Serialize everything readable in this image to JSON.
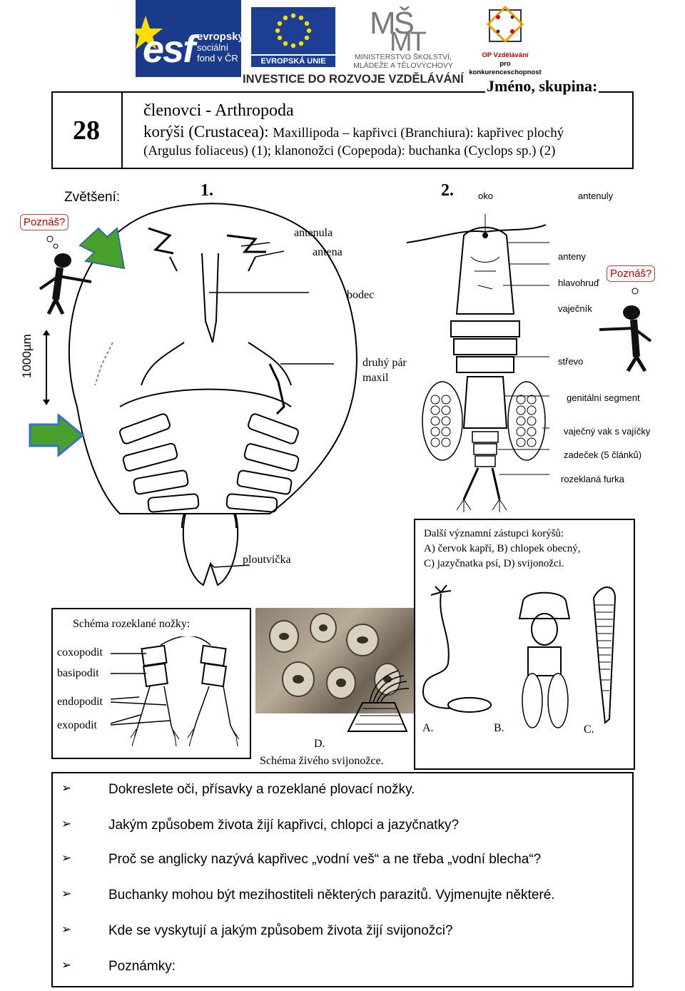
{
  "logos": {
    "esf_logo": "esf",
    "esf_text": [
      "evropský",
      "sociální",
      "fond v ČR"
    ],
    "eu_text": "EVROPSKÁ UNIE",
    "msmt_text": [
      "MINISTERSTVO ŠKOLSTVÍ,",
      "MLÁDEŽE A TĚLOVÝCHOVY"
    ],
    "op_text": [
      "OP Vzdělávání",
      "pro konkurenceschopnost"
    ],
    "investice": "INVESTICE DO ROZVOJE VZDĚLÁVÁNÍ"
  },
  "header": {
    "number": "28",
    "jmeno": "Jméno, skupina:",
    "line1": "členovci - Arthropoda",
    "line2_a": "korýši (Crustacea): ",
    "line2_b": "Maxillipoda – kapřivci (Branchiura): kapřivec plochý",
    "line3": "(Argulus foliaceus) (1); klanonožci (Copepoda): buchanka (Cyclops sp.) (2)"
  },
  "figure": {
    "zvetseni": "Zvětšení:",
    "fig1_label": "1.",
    "fig2_label": "2.",
    "poznas_left": "Poznáš?",
    "poznas_right": "Poznáš?",
    "scale": "1000µm",
    "argulus_labels": {
      "antenula": "antenula",
      "antena": "antena",
      "bodec": "bodec",
      "druhy_par_1": "druhý pár",
      "druhy_par_2": "maxil",
      "ploutvicka": "ploutvička"
    },
    "cyclops_labels": {
      "oko": "oko",
      "antenuly": "antenuly",
      "anteny": "anteny",
      "hlavohrud": "hlavohruď",
      "vajecnik": "vaječník",
      "strevo": "střevo",
      "genitalni": "genitální segment",
      "vajecny_vak": "vaječný vak s vajíčky",
      "zadecek": "zadeček (5 článků)",
      "furka": "rozeklaná furka"
    }
  },
  "zastupci": {
    "line1": "Další významní zástupci korýšů:",
    "line2": "A) červok kapří, B) chlopek obecný,",
    "line3": "C) jazyčnatka psí, D) svijonožci.",
    "a": "A.",
    "b": "B.",
    "c": "C.",
    "d": "D.",
    "schema": "Schéma živého svijonožce."
  },
  "noze": {
    "title": "Schéma rozeklané nožky:",
    "coxopodit": "coxopodit",
    "basipodit": "basipodit",
    "endopodit": "endopodit",
    "exopodit": "exopodit"
  },
  "questions": [
    "Dokreslete oči, přísavky a rozeklané plovací nožky.",
    "Jakým způsobem života žijí kapřivci, chlopci a jazyčnatky?",
    "Proč se anglicky nazývá kapřivec „vodní veš“ a ne třeba „vodní blecha“?",
    "Buchanky mohou být mezihostiteli některých parazitů. Vyjmenujte některé.",
    "Kde se vyskytují a jakým způsobem života žijí svijonožci?",
    "Poznámky:"
  ],
  "colors": {
    "esf_blue": "#1a3a8c",
    "eu_blue": "#1c3f94",
    "eu_star": "#ffdd00",
    "arrow_green": "#4aa02c",
    "arrow_blue": "#3b6fc9",
    "poznas_red": "#c00000"
  }
}
